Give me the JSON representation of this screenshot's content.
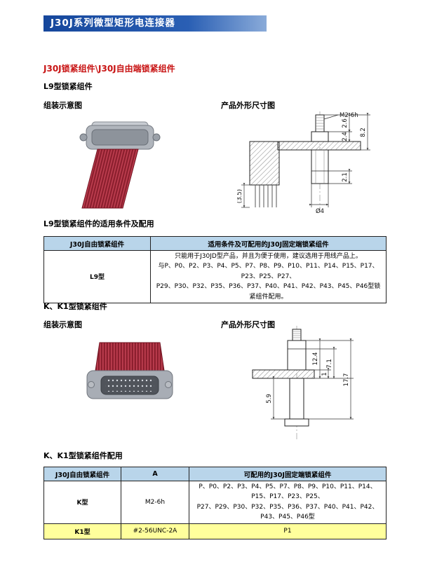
{
  "banner": {
    "title": "J30J系列微型矩形电连接器"
  },
  "colors": {
    "banner_blue": "#1d4e9e",
    "heading_red": "#c81414",
    "table_header_blue": "#b9d5ea",
    "highlight_yellow": "#ffff9c",
    "wire_red": "#8c1f2e",
    "shell_gray": "#a8adb5"
  },
  "section_l9": {
    "heading": "J30J锁紧组件\\J30J自由端锁紧组件",
    "subheading": "L9型锁紧组件",
    "assembly_label": "组装示意图",
    "outline_label": "产品外形尺寸图",
    "dims": {
      "thread": "M2-6h",
      "d26": "2.6",
      "d24": "2.4",
      "d82": "8.2",
      "d35": "(3.5)",
      "d21": "2.1",
      "dia": "Ø4"
    },
    "table_title": "L9型锁紧组件的适用条件及配用",
    "table": {
      "headers": [
        "J30J自由锁紧组件",
        "适用条件及可配用的J30J固定端锁紧组件"
      ],
      "rows": [
        {
          "label": "L9型",
          "lines": [
            "只能用于J30JD型产品，并且为便于使用，建议选用于甩线产品上。",
            "与P、P0、P2、P3、P4、P5、P7、P8、P9、P10、P11、P14、P15、P17、P23、P25、P27、",
            "P29、P30、P32、P35、P36、P37、P40、P41、P42、P43、P45、P46型锁紧组件配用。"
          ]
        }
      ]
    }
  },
  "section_k": {
    "subheading": "K、K1型锁紧组件",
    "assembly_label": "组装示意图",
    "outline_label": "产品外形尺寸图",
    "dims": {
      "d124": "12.4",
      "d1": "1",
      "d71": "7.1",
      "d59": "5.9",
      "d177": "17.7"
    },
    "table_title": "K、K1型锁紧组件配用",
    "table": {
      "headers": [
        "J30J自由锁紧组件",
        "A",
        "可配用的J30J固定端锁紧组件"
      ],
      "rows": [
        {
          "label": "K型",
          "a": "M2-6h",
          "lines": [
            "P、P0、P2、P3、P4、P5、P7、P8、P9、P10、P11、P14、P15、P17、P23、P25、",
            "P27、P29、P30、P32、P35、P36、P37、P40、P41、P42、P43、P45、P46型"
          ]
        },
        {
          "label": "K1型",
          "a": "#2-56UNC-2A",
          "lines": [
            "P1"
          ]
        }
      ]
    }
  }
}
